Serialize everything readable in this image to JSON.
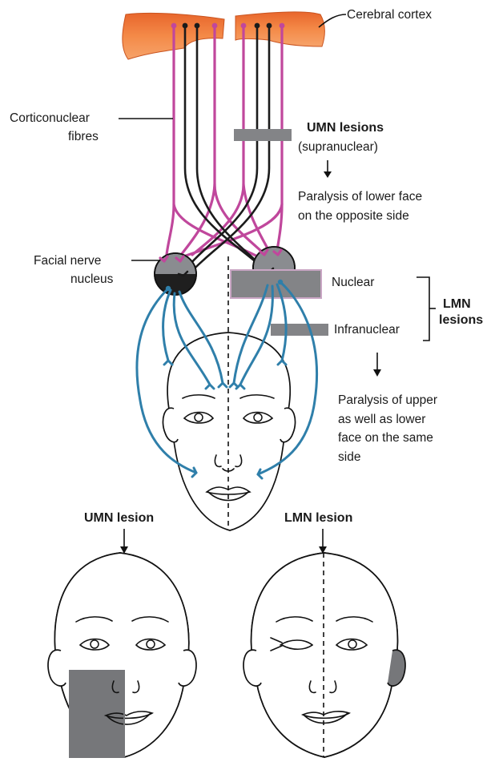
{
  "labels": {
    "cerebral_cortex": "Cerebral cortex",
    "corticonuclear_line1": "Corticonuclear",
    "corticonuclear_line2": "fibres",
    "umn_lesions": "UMN lesions",
    "supranuclear": "(supranuclear)",
    "paralysis_lower_line1": "Paralysis of lower face",
    "paralysis_lower_line2": "on the opposite side",
    "facial_nucleus_line1": "Facial nerve",
    "facial_nucleus_line2": "nucleus",
    "nuclear": "Nuclear",
    "infranuclear": "Infranuclear",
    "lmn_line1": "LMN",
    "lmn_line2": "lesions",
    "paralysis_same_line1": "Paralysis of upper",
    "paralysis_same_line2": "as well as lower",
    "paralysis_same_line3": "face on the same",
    "paralysis_same_line4": "side",
    "umn_lesion": "UMN lesion",
    "lmn_lesion": "LMN lesion"
  },
  "colors": {
    "cortex": "#f07f3f",
    "corticonuclear_fibre": "#c0479c",
    "uncrossed_fibre": "#1b1b1b",
    "facial_nerve": "#2f7faa",
    "nucleus_upper": "#8a8c90",
    "nucleus_lower": "#1f1f1f",
    "lesion_bar": "#838487",
    "paralysis_shade": "#76777a"
  }
}
